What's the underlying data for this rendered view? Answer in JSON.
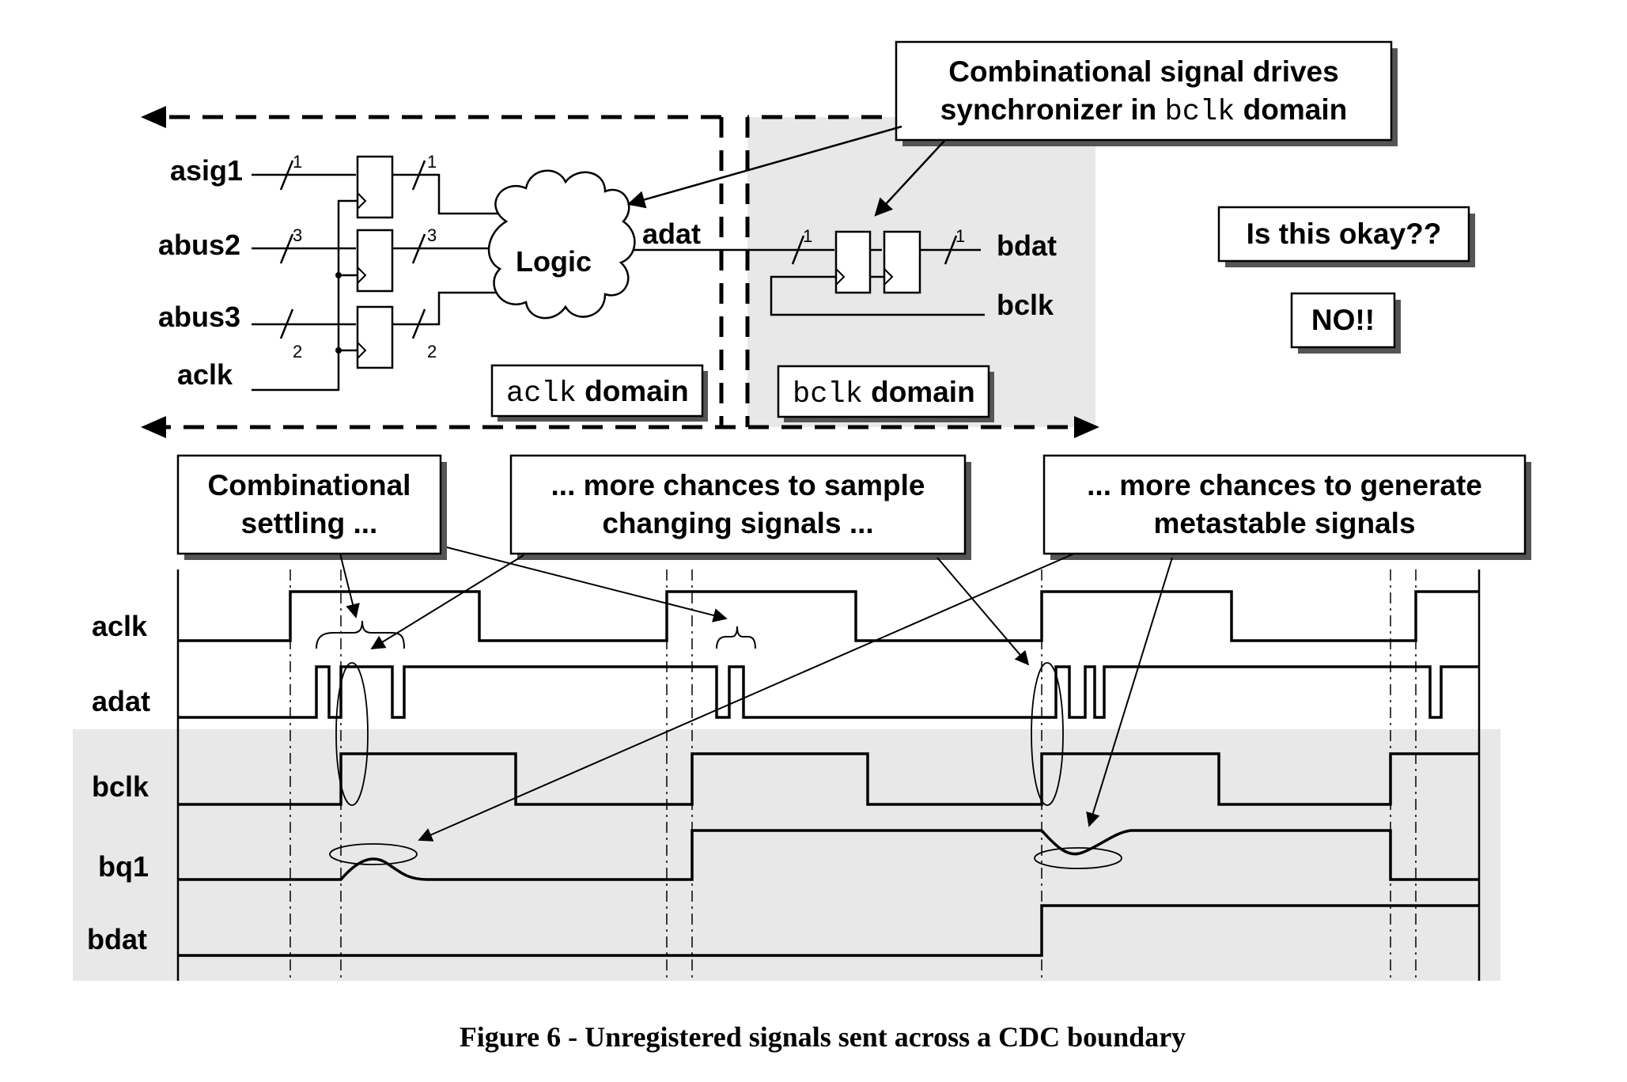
{
  "diagram": {
    "inputs": {
      "asig1": "asig1",
      "abus2": "abus2",
      "abus3": "abus3",
      "aclk": "aclk"
    },
    "widths": {
      "in1": "1",
      "in2": "3",
      "in3": "2",
      "out1": "1",
      "out2": "3",
      "out3": "2",
      "adat_w": "1",
      "bdat_w": "1"
    },
    "logic_label": "Logic",
    "adat_label": "adat",
    "bdat_label": "bdat",
    "bclk_label": "bclk",
    "aclk_domain": {
      "mono": "aclk",
      "rest": " domain"
    },
    "bclk_domain": {
      "mono": "bclk",
      "rest": " domain"
    },
    "callout_sync": {
      "line1": "Combinational signal drives",
      "line2_pre": "synchronizer in ",
      "line2_mono": "bclk",
      "line2_post": " domain"
    },
    "question": "Is this okay??",
    "answer": "NO!!"
  },
  "timing": {
    "signals": {
      "aclk": "aclk",
      "adat": "adat",
      "bclk": "bclk",
      "bq1": "bq1",
      "bdat": "bdat"
    },
    "callouts": {
      "c1_line1": "Combinational",
      "c1_line2": "settling ...",
      "c2_line1": "... more chances to sample",
      "c2_line2": "changing signals ...",
      "c3_line1": "... more chances to generate",
      "c3_line2": "metastable signals"
    }
  },
  "caption": "Figure 6 - Unregistered signals sent across a CDC boundary",
  "colors": {
    "shade": "#e8e8e8",
    "ink": "#000000",
    "box_shadow": "#555555"
  }
}
